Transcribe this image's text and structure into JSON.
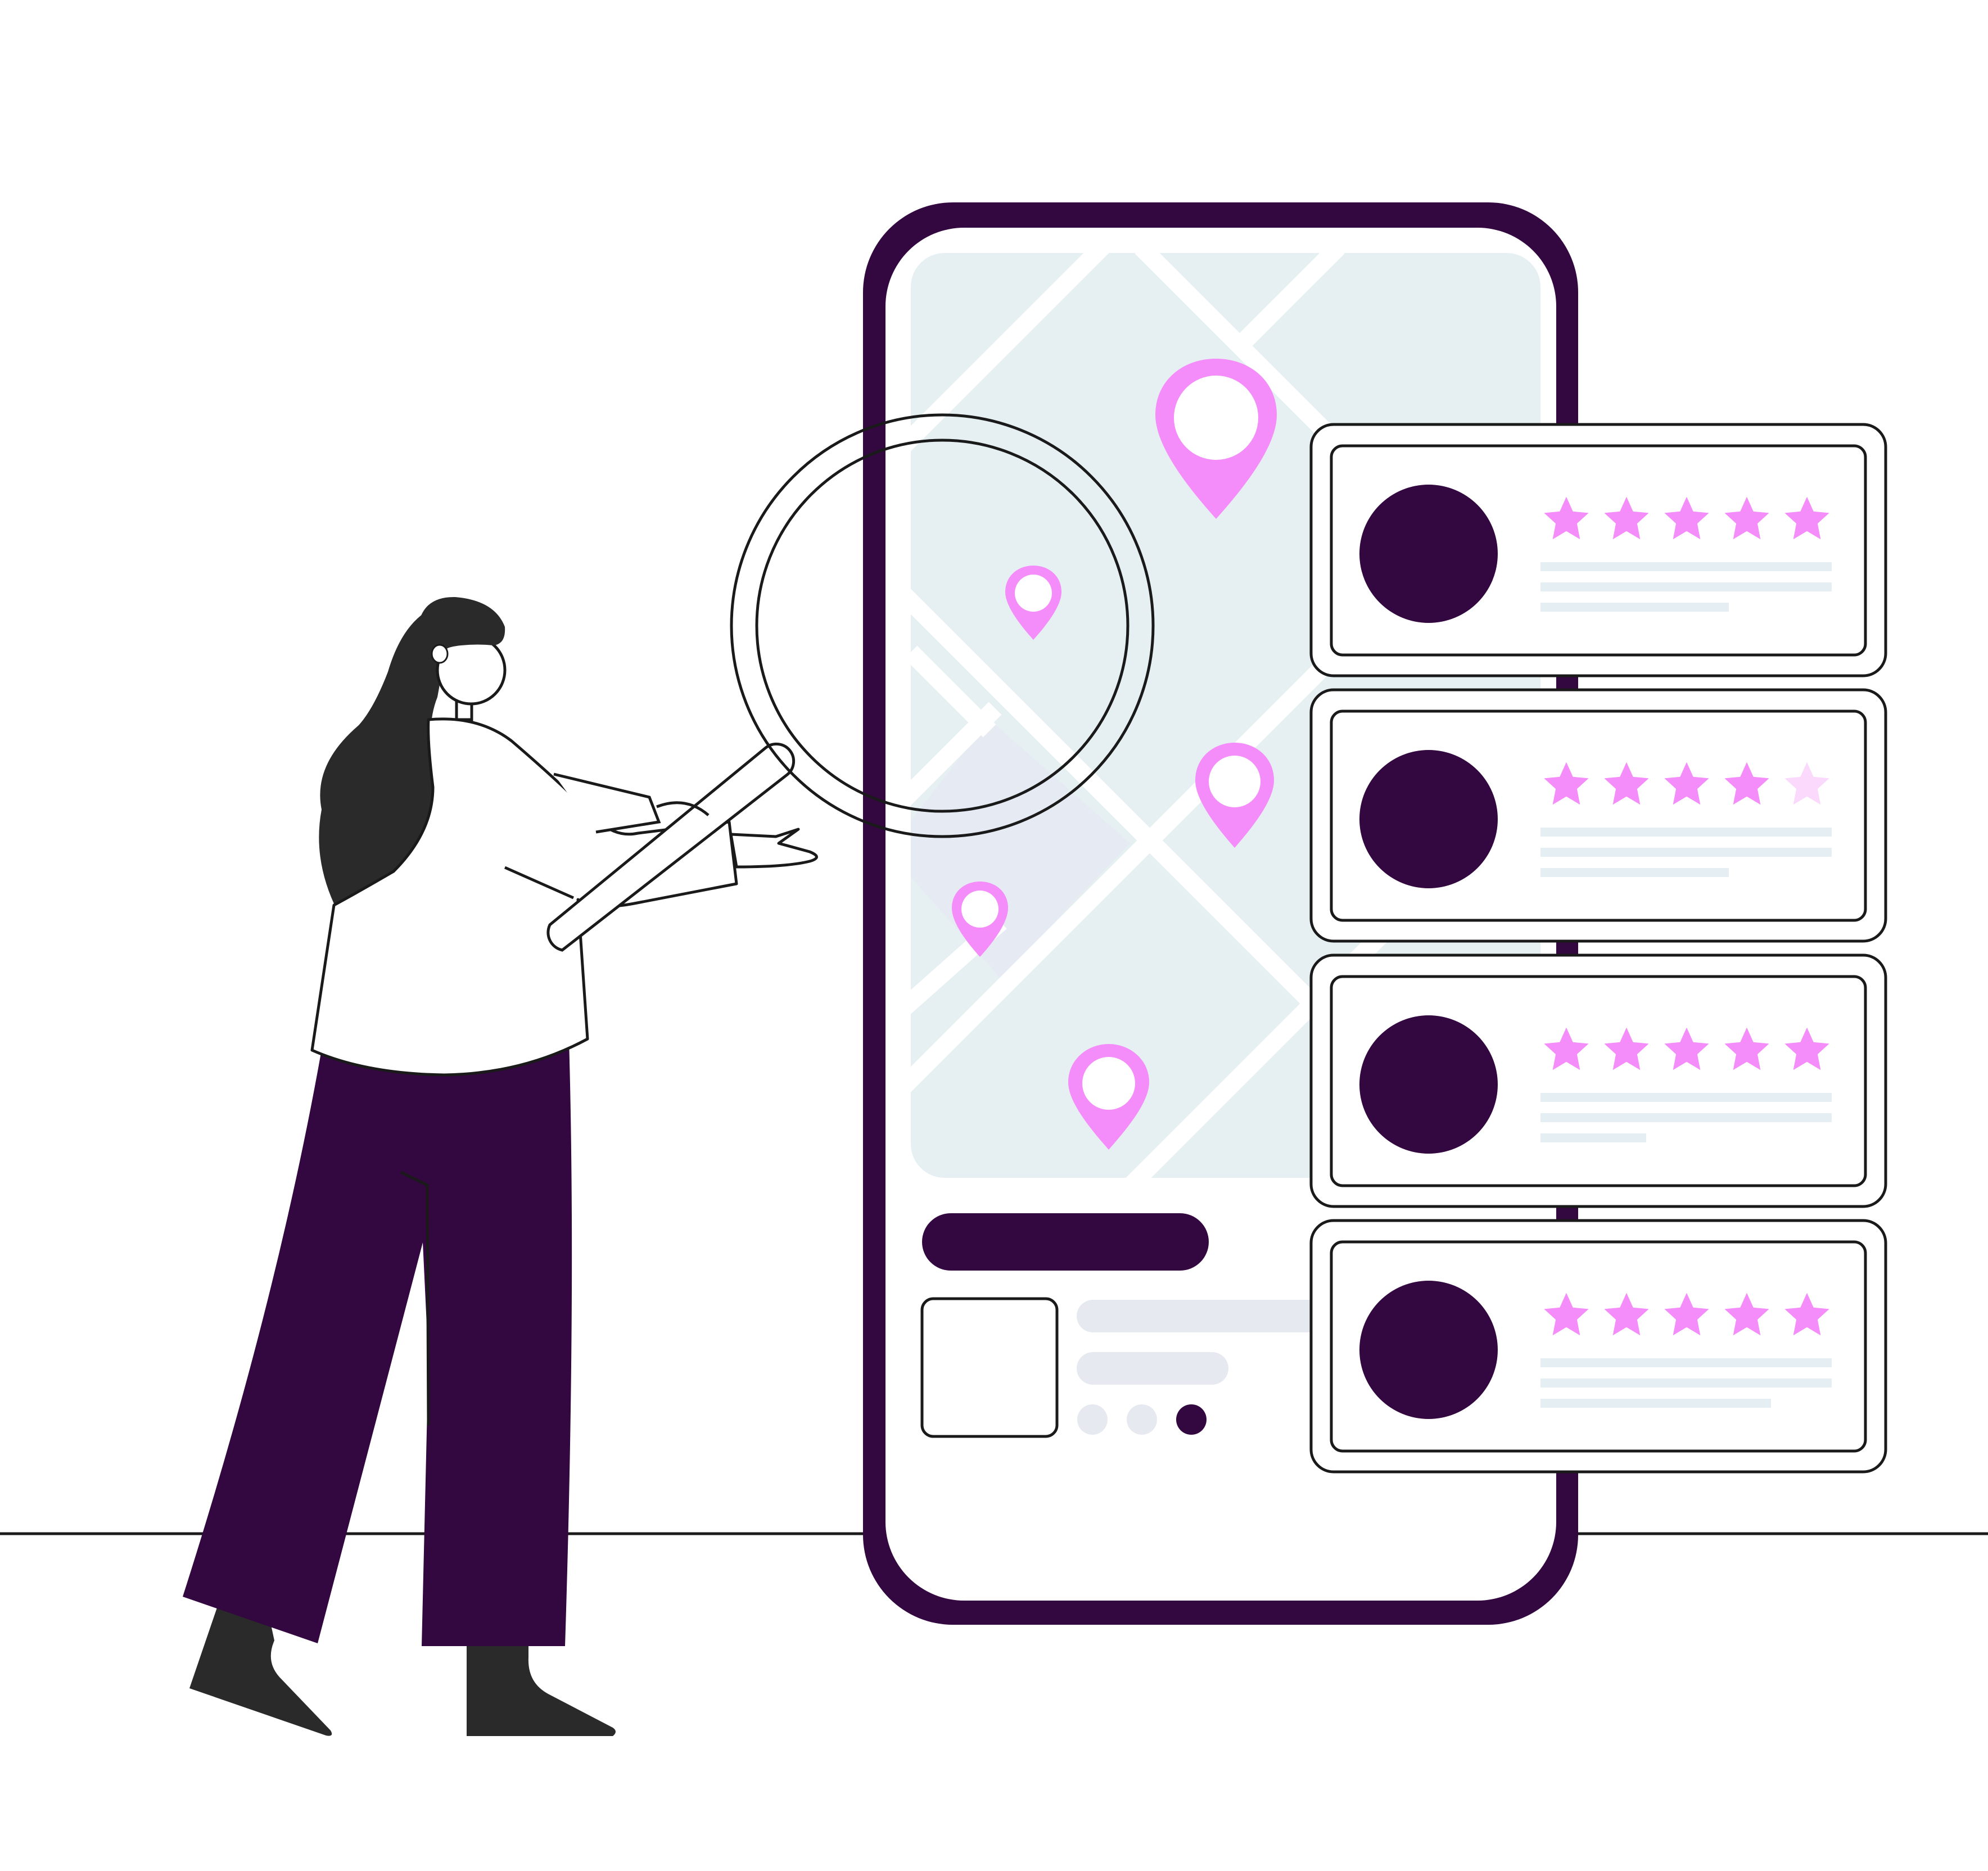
{
  "palette": {
    "primary": "#33073f",
    "accent": "#f48cfa",
    "map_bg": "#e6f0f2",
    "map_bg_alt": "#e6eaf3",
    "map_roads": "#ffffff",
    "skeleton": "#e6e9f0",
    "text_lines": "#e4eef3",
    "hair_shoes": "#2a2a2a",
    "outline": "#1a1a1a"
  },
  "icons": {
    "map_pin": "map-pin-icon",
    "star": "star-icon",
    "magnifier": "magnifier-icon"
  },
  "phone": {
    "carousel_dots": 3,
    "active_dot": 3
  },
  "review_cards": [
    {
      "rating": 5
    },
    {
      "rating": 4.5
    },
    {
      "rating": 5
    },
    {
      "rating": 5
    }
  ]
}
